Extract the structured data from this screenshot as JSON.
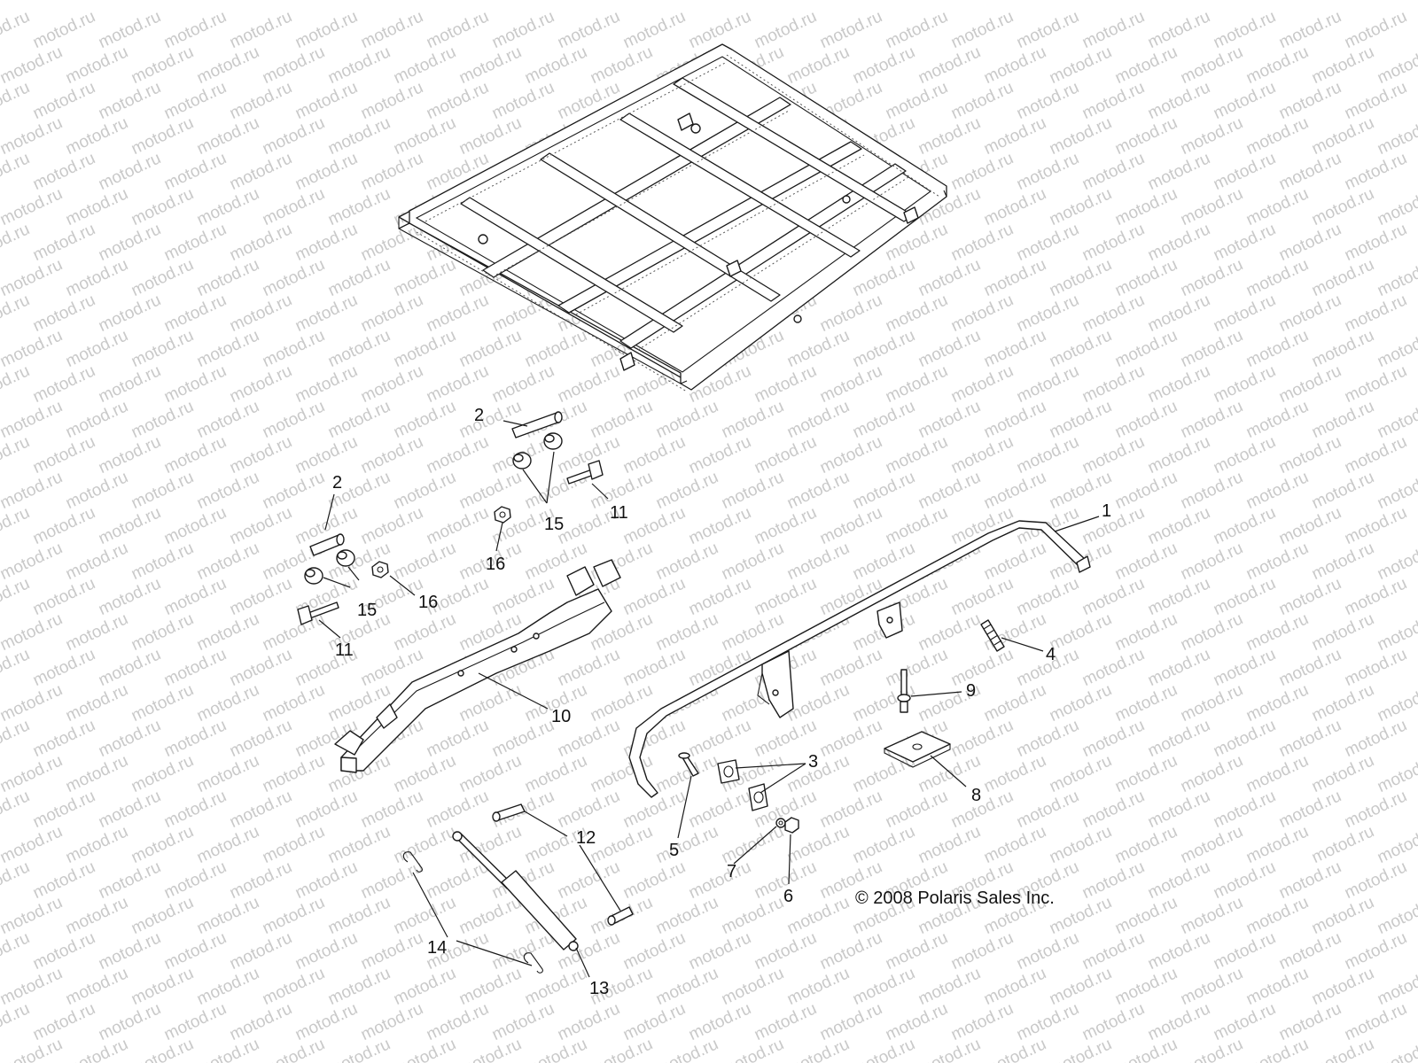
{
  "watermark": {
    "text": "motod.ru"
  },
  "copyright": "© 2008 Polaris Sales Inc.",
  "callouts": [
    {
      "id": "c1a",
      "text": "1"
    },
    {
      "id": "c2a",
      "text": "2"
    },
    {
      "id": "c2b",
      "text": "2"
    },
    {
      "id": "c3",
      "text": "3"
    },
    {
      "id": "c4",
      "text": "4"
    },
    {
      "id": "c5",
      "text": "5"
    },
    {
      "id": "c6",
      "text": "6"
    },
    {
      "id": "c7",
      "text": "7"
    },
    {
      "id": "c8",
      "text": "8"
    },
    {
      "id": "c9",
      "text": "9"
    },
    {
      "id": "c10",
      "text": "10"
    },
    {
      "id": "c11a",
      "text": "11"
    },
    {
      "id": "c11b",
      "text": "11"
    },
    {
      "id": "c12",
      "text": "12"
    },
    {
      "id": "c13",
      "text": "13"
    },
    {
      "id": "c14",
      "text": "14"
    },
    {
      "id": "c15a",
      "text": "15"
    },
    {
      "id": "c15b",
      "text": "15"
    },
    {
      "id": "c16a",
      "text": "16"
    },
    {
      "id": "c16b",
      "text": "16"
    }
  ]
}
